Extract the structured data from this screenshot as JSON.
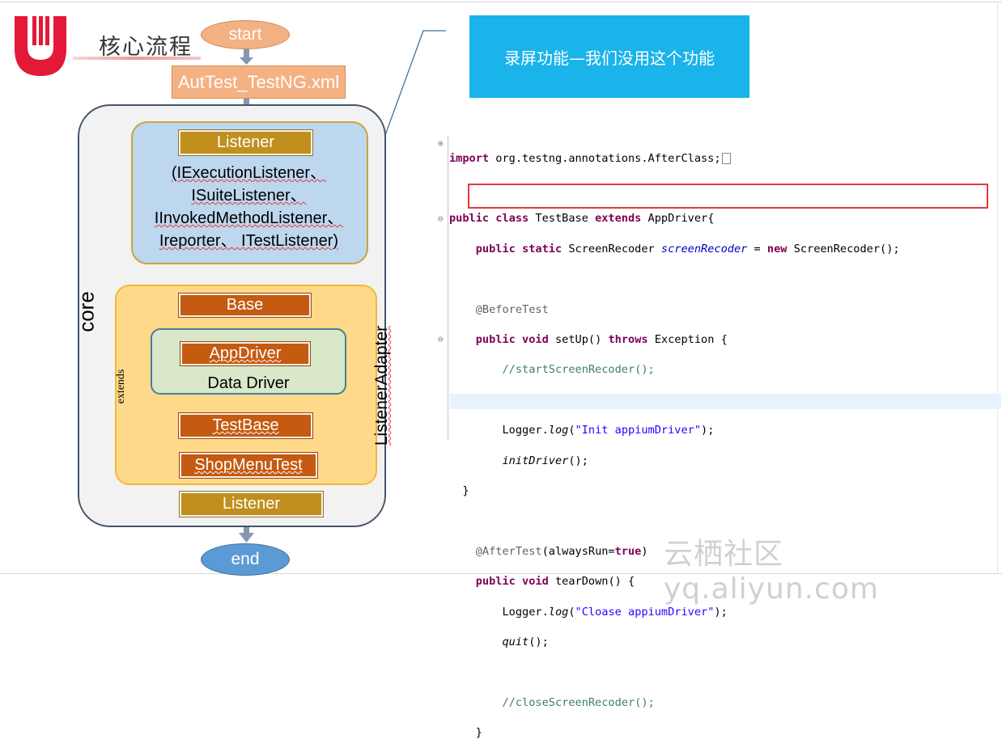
{
  "header": {
    "title": "核心流程"
  },
  "flow": {
    "start": "start",
    "xml": "AutTest_TestNG.xml",
    "core": "core",
    "listener_top": "Listener",
    "listener_lines": [
      "(IExecutionListener、",
      "ISuiteListener、",
      "IInvokedMethodListener、",
      "Ireporter、 ITestListener)"
    ],
    "base": "Base",
    "appdriver": "AppDriver",
    "data_driver": "Data Driver",
    "testbase": "TestBase",
    "shopmenutest": "ShopMenuTest",
    "listener_bottom": "Listener",
    "extends": "extends",
    "listener_adapter": "ListenerAdapter",
    "end": "end"
  },
  "banner": {
    "text": "录屏功能—我们没用这个功能"
  },
  "code": {
    "import_kw": "import",
    "import_rest": " org.testng.annotations.AfterClass;",
    "l2_kw": "public class",
    "l2_name": " TestBase ",
    "l2_kw2": "extends",
    "l2_rest": " AppDriver{",
    "l3_kw": "public static",
    "l3_type": " ScreenRecoder ",
    "l3_field": "screenRecoder",
    "l3_eq": " = ",
    "l3_new": "new",
    "l3_rest": " ScreenRecoder();",
    "before_ann": "@BeforeTest",
    "setup_kw": "public void",
    "setup_name": " setUp() ",
    "setup_throws": "throws",
    "setup_rest": " Exception {",
    "cmt_start": "//startScreenRecoder();",
    "log1_pre": "Logger.",
    "log1_m": "log",
    "log1_open": "(",
    "log1_str": "\"Init appiumDriver\"",
    "log1_close": ");",
    "initdriver": "initDriver",
    "initdriver_rest": "();",
    "brace1": "}",
    "after_ann": "@AfterTest",
    "after_args_pre": "(alwaysRun=",
    "after_true": "true",
    "after_args_post": ")",
    "teardown_kw": "public void",
    "teardown_rest": " tearDown() {",
    "log2_pre": "Logger.",
    "log2_m": "log",
    "log2_open": "(",
    "log2_str": "\"Cloase appiumDriver\"",
    "log2_close": ");",
    "quit": "quit",
    "quit_rest": "();",
    "cmt_close": "//closeScreenRecoder();",
    "brace2": "}"
  },
  "watermark": "云栖社区 yq.aliyun.com",
  "colors": {
    "start": "#f4b183",
    "end": "#5b9bd5",
    "gold": "#c08f1e",
    "rust": "#c55a11",
    "banner": "#1ab3ea",
    "highlight": "#e0393e"
  }
}
